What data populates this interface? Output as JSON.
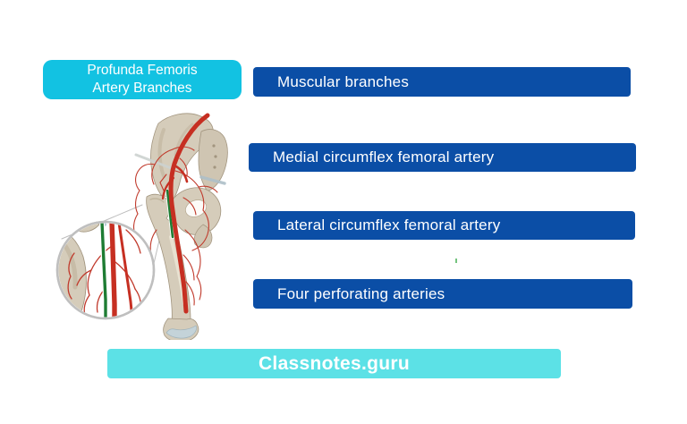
{
  "slide": {
    "background": "#ffffff",
    "title": {
      "line1": "Profunda Femoris",
      "line2": "Artery Branches",
      "bg": "#12c2e2",
      "text_color": "#ffffff"
    },
    "branches": [
      "Muscular branches",
      "Medial circumflex femoral artery",
      "Lateral circumflex femoral artery",
      "Four perforating arteries"
    ],
    "branch_bar_bg": "#0b4ea6",
    "branch_text_color": "#ffffff",
    "footer": {
      "label": "Classnotes.guru",
      "bg": "#5ce1e6",
      "text_color": "#ffffff"
    },
    "illustration": {
      "label": "Hip bone and femur with femoral artery and branches; magnifier inset showing profunda femoris artery (green) beside femoral artery (red)",
      "bone_color": "#d5ccba",
      "artery_red": "#c62f22",
      "artery_green": "#1e7c33"
    }
  }
}
